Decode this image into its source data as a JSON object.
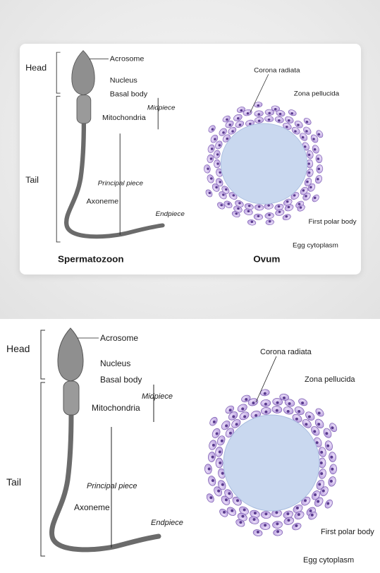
{
  "labels": {
    "head": "Head",
    "tail": "Tail",
    "acrosome": "Acrosome",
    "nucleus": "Nucleus",
    "basal_body": "Basal body",
    "mitochondria": "Mitochondria",
    "midpiece": "Midpiece",
    "principal_piece": "Principal piece",
    "axoneme": "Axoneme",
    "endpiece": "Endpiece",
    "corona_radiata": "Corona radiata",
    "zona_pellucida": "Zona pellucida",
    "first_polar_body": "First polar body",
    "egg_cytoplasm": "Egg cytoplasm",
    "spermatozoon": "Spermatozoon",
    "ovum": "Ovum"
  },
  "colors": {
    "acrosome": "#d8463c",
    "nucleus": "#3d7de0",
    "mitochondria": "#b9773a",
    "zona": "#f0b840",
    "cytoplasm": "#d97a92",
    "corona_cell": "#c6aee6",
    "corona_nucleus": "#5a3b8f"
  }
}
